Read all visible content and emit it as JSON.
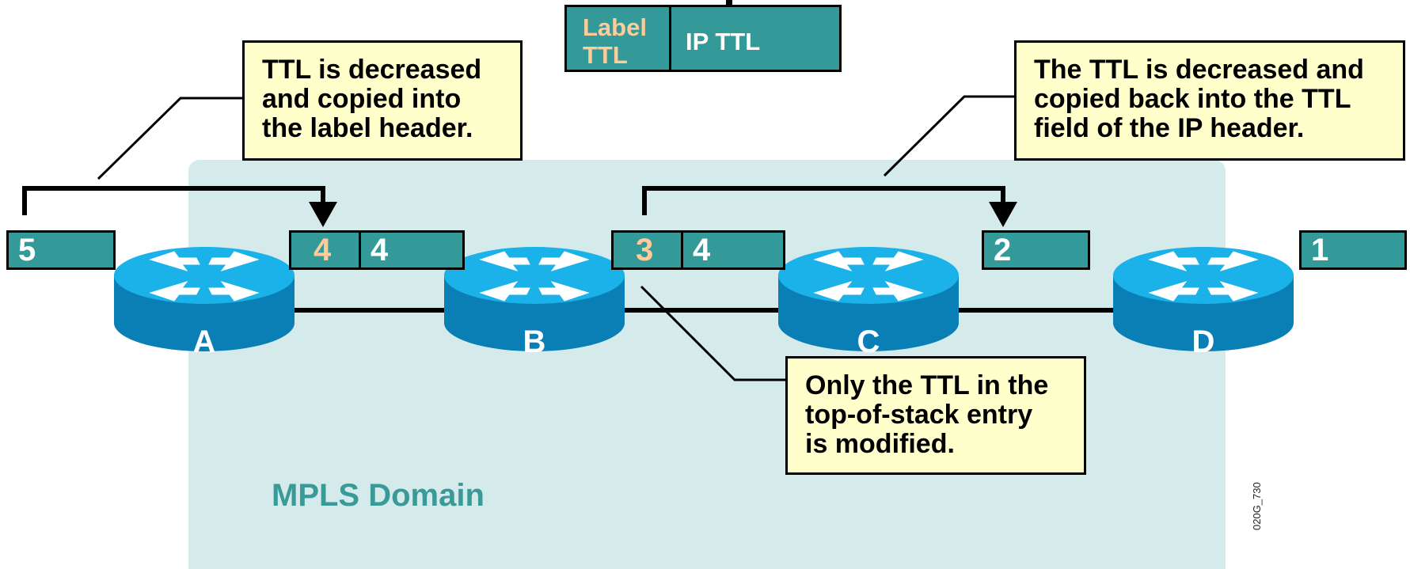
{
  "header_key": {
    "label_ttl": "Label\nTTL",
    "ip_ttl": "IP TTL"
  },
  "callouts": {
    "ingress": "TTL is decreased\nand copied into\nthe label header.",
    "egress": "The TTL is decreased and\ncopied back into the TTL\nfield of the IP header.",
    "core": "Only the TTL in the\ntop-of-stack entry\nis modified."
  },
  "packets": {
    "before_a": {
      "ip_ttl": "5"
    },
    "a_to_b": {
      "label_ttl": "4",
      "ip_ttl": "4"
    },
    "b_to_c": {
      "label_ttl": "3",
      "ip_ttl": "4"
    },
    "c_to_d": {
      "ip_ttl": "2"
    },
    "after_d": {
      "ip_ttl": "1"
    }
  },
  "routers": [
    "A",
    "B",
    "C",
    "D"
  ],
  "domain_label": "MPLS Domain",
  "figure_id": "020G_730",
  "colors": {
    "domain_bg": "#d5ebeb",
    "domain_text": "#3a9a98",
    "packet": "#339999",
    "label_ttl_text": "#ffcc99",
    "callout_bg": "#ffffcc",
    "router_top": "#1ab2e8",
    "router_side": "#0a7fb5"
  }
}
